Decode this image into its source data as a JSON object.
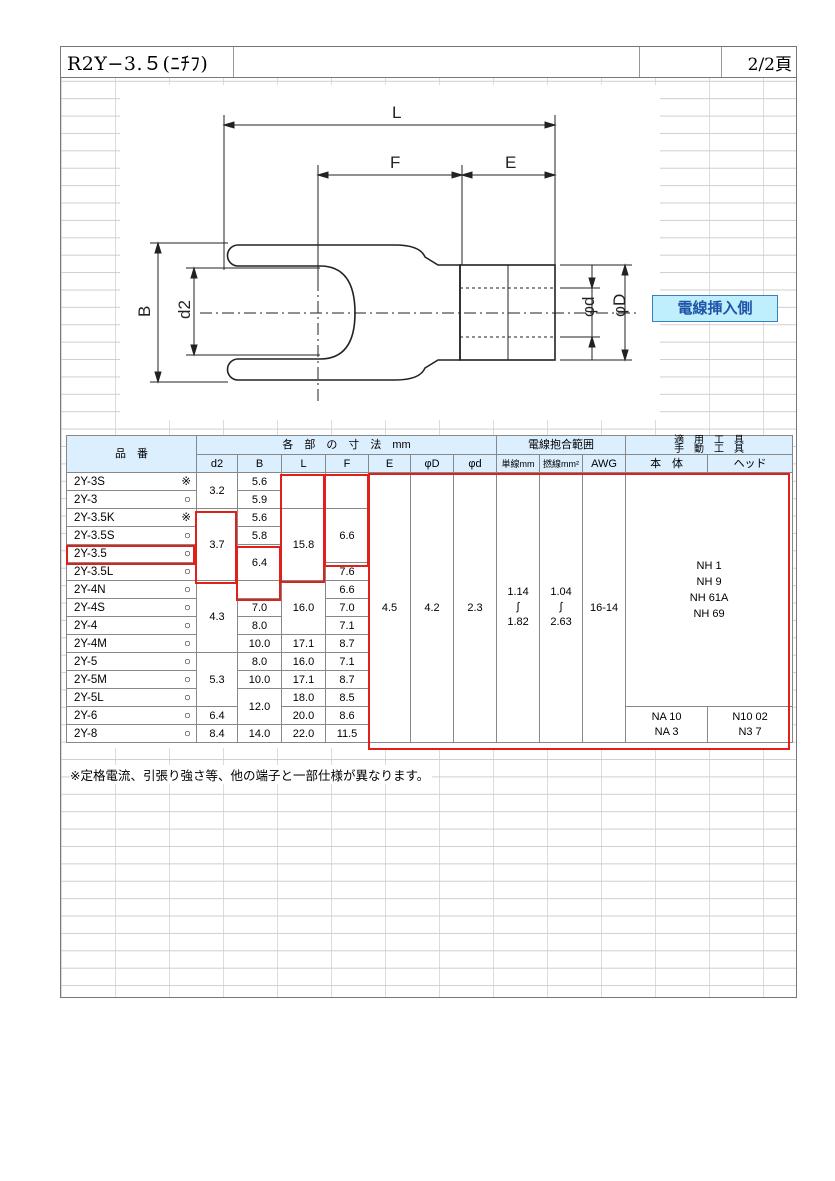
{
  "header": {
    "title": "R2Y−3.５(ﾆﾁﾌ)",
    "page": "2/2頁"
  },
  "drawing": {
    "labels": {
      "L": "L",
      "F": "F",
      "E": "E",
      "B": "B",
      "d2": "d2",
      "phi_d": "φd",
      "phi_D": "φD"
    }
  },
  "badge": "電線挿入側",
  "table": {
    "h_part": "品　番",
    "h_dims": "各　部　の　寸　法　mm",
    "h_wire": "電線抱合範囲",
    "h_tool1": "適　用　工　具",
    "h_tool2": "手　動　工　具",
    "cols": {
      "d2": "d2",
      "B": "B",
      "L": "L",
      "F": "F",
      "E": "E",
      "phiD": "φD",
      "phid": "φd",
      "single": "単線mm",
      "strand": "撚線mm²",
      "awg": "AWG",
      "body": "本　体",
      "head": "ヘッド"
    },
    "rows": [
      {
        "name": "2Y-3S",
        "mark": "※",
        "B": "5.6"
      },
      {
        "name": "2Y-3",
        "mark": "○",
        "B": "5.9"
      },
      {
        "name": "2Y-3.5K",
        "mark": "※",
        "B": "5.6"
      },
      {
        "name": "2Y-3.5S",
        "mark": "○",
        "B": "5.8"
      },
      {
        "name": "2Y-3.5",
        "mark": "○"
      },
      {
        "name": "2Y-3.5L",
        "mark": "○",
        "F": "7.6"
      },
      {
        "name": "2Y-4N",
        "mark": "○",
        "F": "6.6"
      },
      {
        "name": "2Y-4S",
        "mark": "○",
        "B": "7.0",
        "F": "7.0"
      },
      {
        "name": "2Y-4",
        "mark": "○",
        "B": "8.0",
        "F": "7.1"
      },
      {
        "name": "2Y-4M",
        "mark": "○",
        "B": "10.0",
        "L": "17.1",
        "F": "8.7"
      },
      {
        "name": "2Y-5",
        "mark": "○",
        "B": "8.0",
        "L": "16.0",
        "F": "7.1"
      },
      {
        "name": "2Y-5M",
        "mark": "○",
        "B": "10.0",
        "L": "17.1",
        "F": "8.7"
      },
      {
        "name": "2Y-5L",
        "mark": "○",
        "L": "18.0",
        "F": "8.5"
      },
      {
        "name": "2Y-6",
        "mark": "○",
        "d2": "6.4",
        "L": "20.0",
        "F": "8.6"
      },
      {
        "name": "2Y-8",
        "mark": "○",
        "d2": "8.4",
        "B": "14.0",
        "L": "22.0",
        "F": "11.5"
      }
    ],
    "merged": {
      "d2_a": "3.2",
      "d2_b": "3.7",
      "d2_c": "4.3",
      "d2_d": "5.3",
      "L_a": "15.8",
      "L_b": "16.0",
      "F_a": "6.6",
      "B_a": "6.4",
      "B_b": "12.0",
      "E": "4.5",
      "phiD": "4.2",
      "phid": "2.3",
      "single": [
        "1.14",
        "∫",
        "1.82"
      ],
      "strand": [
        "1.04",
        "∫",
        "2.63"
      ],
      "awg": "16-14",
      "tools_main": [
        "NH 1",
        "NH 9",
        "NH 61A",
        "NH 69"
      ],
      "tools_na": [
        "NA 10",
        "NA 3"
      ],
      "tools_n": [
        "N10 02",
        "N3 7"
      ]
    }
  },
  "note": "※定格電流、引張り強さ等、他の端子と一部仕様が異なります。",
  "colors": {
    "red": "#e0201b",
    "badge_bg": "#bfeefd",
    "badge_text": "#1f55a8",
    "header_bg": "#dcefff"
  }
}
